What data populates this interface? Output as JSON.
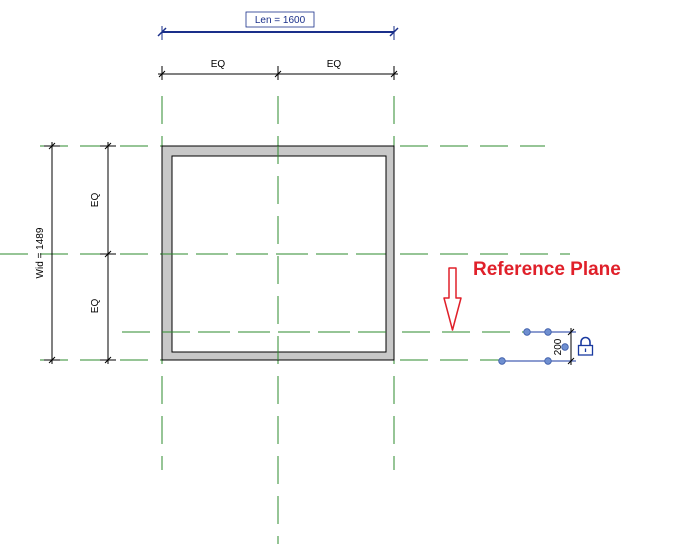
{
  "dimensions": {
    "length_label": "Len = 1600",
    "width_label": "Wid = 1489",
    "eq_top_left": "EQ",
    "eq_top_right": "EQ",
    "eq_left_upper": "EQ",
    "eq_left_lower": "EQ",
    "offset_value": "200"
  },
  "annotation": {
    "text": "Reference Plane",
    "color": "#e0202a"
  },
  "colors": {
    "reference_plane": "#2e8b2e",
    "wall_fill": "#c8c8c8",
    "dimension_line": "#000000",
    "parameter_text": "#1a2f8a",
    "grip": "#6f8fd0"
  },
  "icons": {
    "lock": "lock-icon",
    "arrow": "down-arrow-icon"
  }
}
